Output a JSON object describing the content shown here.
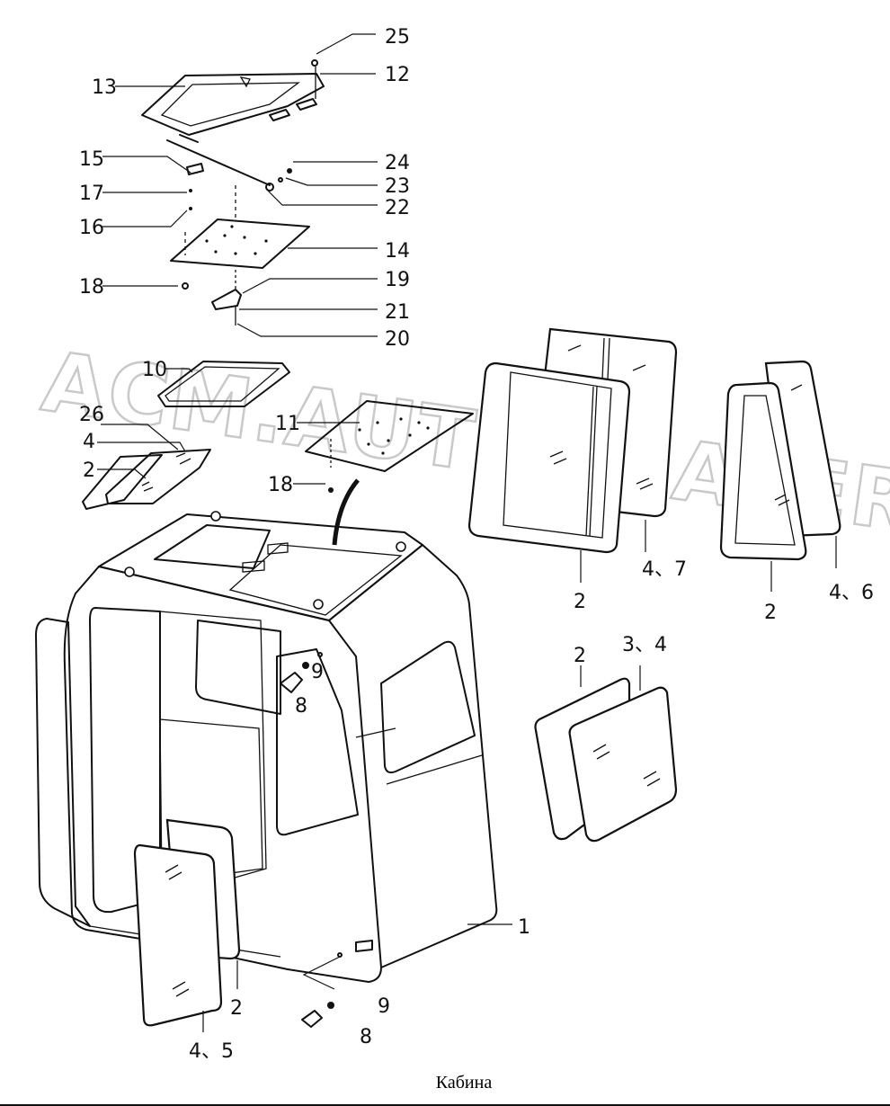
{
  "caption": "Кабина",
  "watermark": "ACM.AUTODEALER.RU",
  "callouts": [
    {
      "id": "c25",
      "text": "25"
    },
    {
      "id": "c12",
      "text": "12"
    },
    {
      "id": "c13",
      "text": "13"
    },
    {
      "id": "c15",
      "text": "15"
    },
    {
      "id": "c24",
      "text": "24"
    },
    {
      "id": "c17",
      "text": "17"
    },
    {
      "id": "c23",
      "text": "23"
    },
    {
      "id": "c22",
      "text": "22"
    },
    {
      "id": "c16",
      "text": "16"
    },
    {
      "id": "c14",
      "text": "14"
    },
    {
      "id": "c18a",
      "text": "18"
    },
    {
      "id": "c19",
      "text": "19"
    },
    {
      "id": "c21",
      "text": "21"
    },
    {
      "id": "c20",
      "text": "20"
    },
    {
      "id": "c10",
      "text": "10"
    },
    {
      "id": "c26",
      "text": "26"
    },
    {
      "id": "c4a",
      "text": "4"
    },
    {
      "id": "c2a",
      "text": "2"
    },
    {
      "id": "c11",
      "text": "11"
    },
    {
      "id": "c18b",
      "text": "18"
    },
    {
      "id": "c47",
      "text": "4、7"
    },
    {
      "id": "c2b",
      "text": "2"
    },
    {
      "id": "c2c",
      "text": "2"
    },
    {
      "id": "c46",
      "text": "4、6"
    },
    {
      "id": "c2d",
      "text": "2"
    },
    {
      "id": "c34",
      "text": "3、4"
    },
    {
      "id": "c8a",
      "text": "8"
    },
    {
      "id": "c9a",
      "text": "9"
    },
    {
      "id": "c1",
      "text": "1"
    },
    {
      "id": "c2e",
      "text": "2"
    },
    {
      "id": "c9b",
      "text": "9"
    },
    {
      "id": "c8b",
      "text": "8"
    },
    {
      "id": "c45",
      "text": "4、5"
    }
  ]
}
